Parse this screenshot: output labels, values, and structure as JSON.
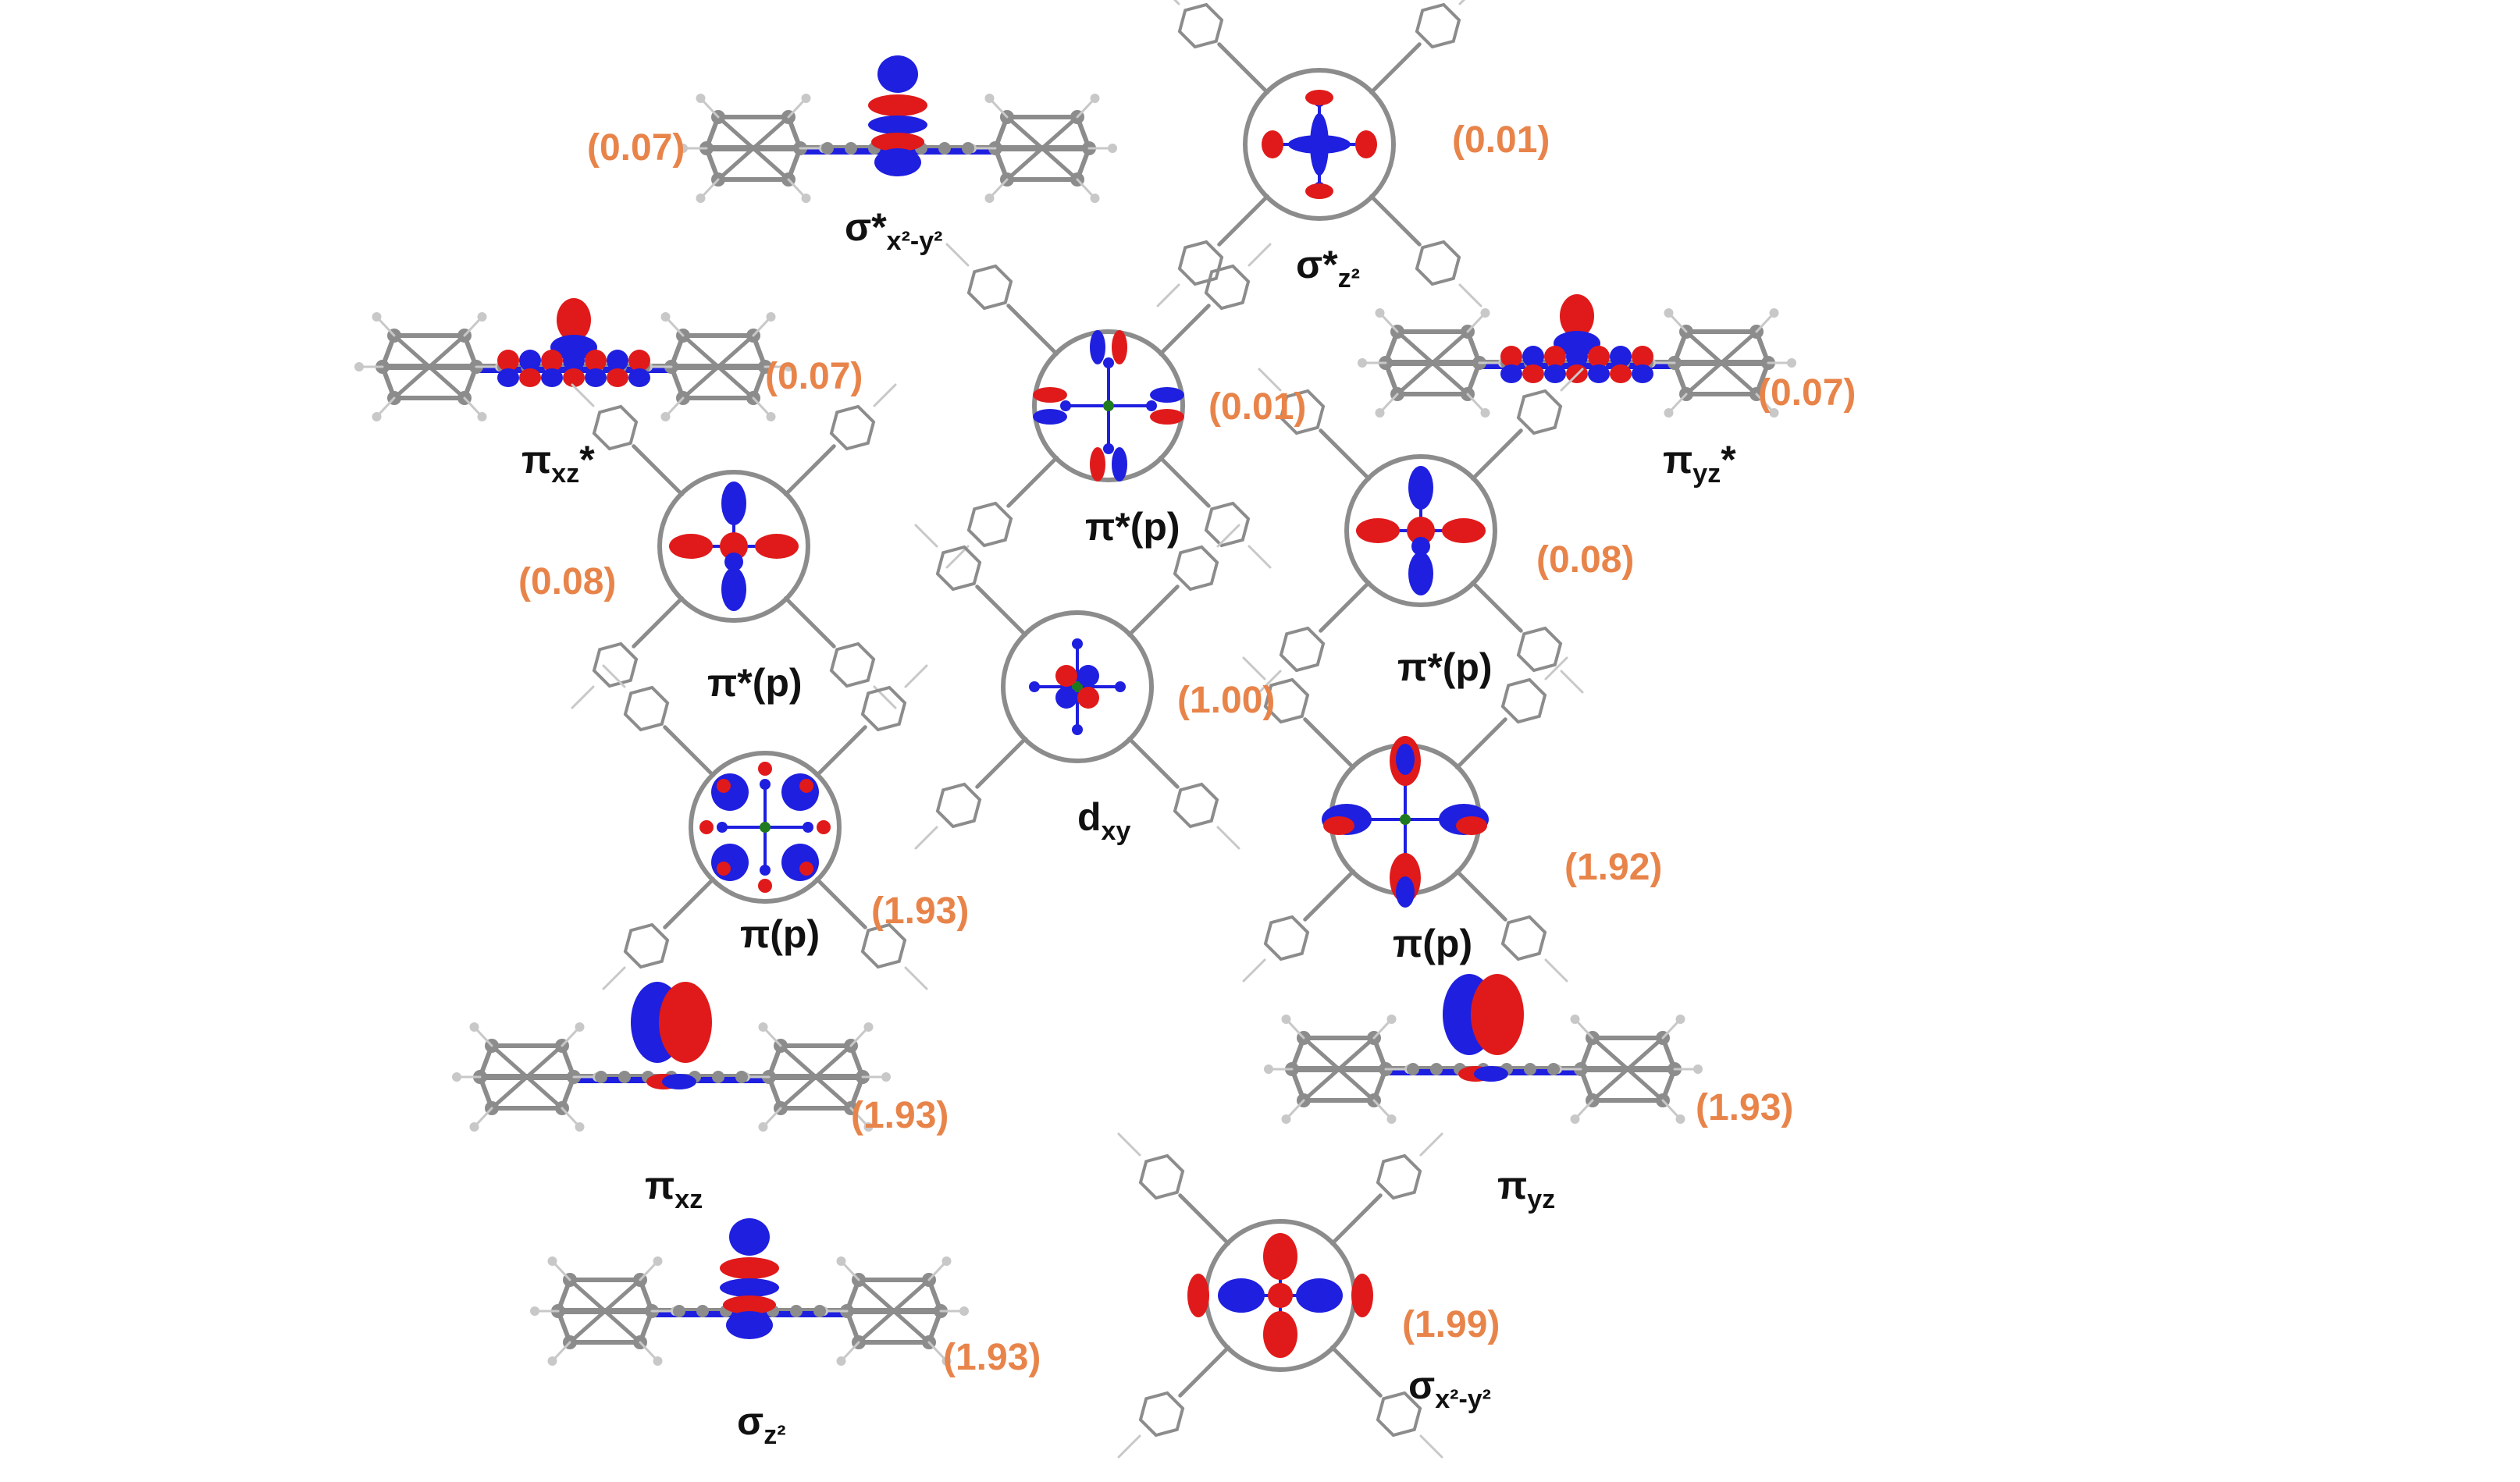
{
  "colors": {
    "occupation": "#e8844a",
    "label": "#111111",
    "lobe_positive": "#e01a1a",
    "lobe_negative": "#1f1fe0",
    "carbon": "#8c8c8c",
    "hydrogen": "#c8c8c8",
    "metal": "#1f7a1f"
  },
  "orbitals": [
    {
      "id": "sigma-star-x2y2",
      "view": "side",
      "pattern": "dz-stack-up",
      "occupation": "(0.07)",
      "label": {
        "main": "σ*",
        "sub": "x²-y²"
      }
    },
    {
      "id": "sigma-star-z2",
      "view": "top",
      "pattern": "cross-small",
      "occupation": "(0.01)",
      "label": {
        "main": "σ*",
        "sub": "z²"
      }
    },
    {
      "id": "pi-xz-star",
      "view": "side",
      "pattern": "pi-star-side",
      "occupation": "(0.07)",
      "label": {
        "main": "π",
        "sub": "xz",
        "suffix": "*"
      }
    },
    {
      "id": "pi-star-p-center",
      "view": "top",
      "pattern": "ring-lobes",
      "occupation": "(0.01)",
      "label": {
        "main": "π*(p)"
      }
    },
    {
      "id": "pi-yz-star",
      "view": "side",
      "pattern": "pi-star-side",
      "occupation": "(0.07)",
      "label": {
        "main": "π",
        "sub": "yz",
        "suffix": "*"
      }
    },
    {
      "id": "pi-star-p-left",
      "view": "top",
      "pattern": "ring-lobes-dense",
      "occupation": "(0.08)",
      "label": {
        "main": "π*(p)"
      }
    },
    {
      "id": "pi-star-p-right",
      "view": "top",
      "pattern": "ring-lobes-dense",
      "occupation": "(0.08)",
      "label": {
        "main": "π*(p)"
      }
    },
    {
      "id": "d-xy",
      "view": "top",
      "pattern": "dxy-center",
      "occupation": "(1.00)",
      "label": {
        "main": "d",
        "sub": "xy"
      }
    },
    {
      "id": "pi-p-left",
      "view": "top",
      "pattern": "ring-dots",
      "occupation": "(1.93)",
      "label": {
        "main": "π(p)"
      }
    },
    {
      "id": "pi-p-right",
      "view": "top",
      "pattern": "ring-lobes-big",
      "occupation": "(1.92)",
      "label": {
        "main": "π(p)"
      }
    },
    {
      "id": "pi-xz",
      "view": "side",
      "pattern": "p-big-up",
      "occupation": "(1.93)",
      "label": {
        "main": "π",
        "sub": "xz"
      }
    },
    {
      "id": "pi-yz",
      "view": "side",
      "pattern": "p-big-up",
      "occupation": "(1.93)",
      "label": {
        "main": "π",
        "sub": "yz"
      }
    },
    {
      "id": "sigma-z2",
      "view": "side",
      "pattern": "dz-stack-up",
      "occupation": "(1.93)",
      "label": {
        "main": "σ",
        "sub": "z²"
      }
    },
    {
      "id": "sigma-x2y2",
      "view": "top",
      "pattern": "cross-big",
      "occupation": "(1.99)",
      "label": {
        "main": "σ",
        "sub": "x²-y²"
      }
    }
  ]
}
